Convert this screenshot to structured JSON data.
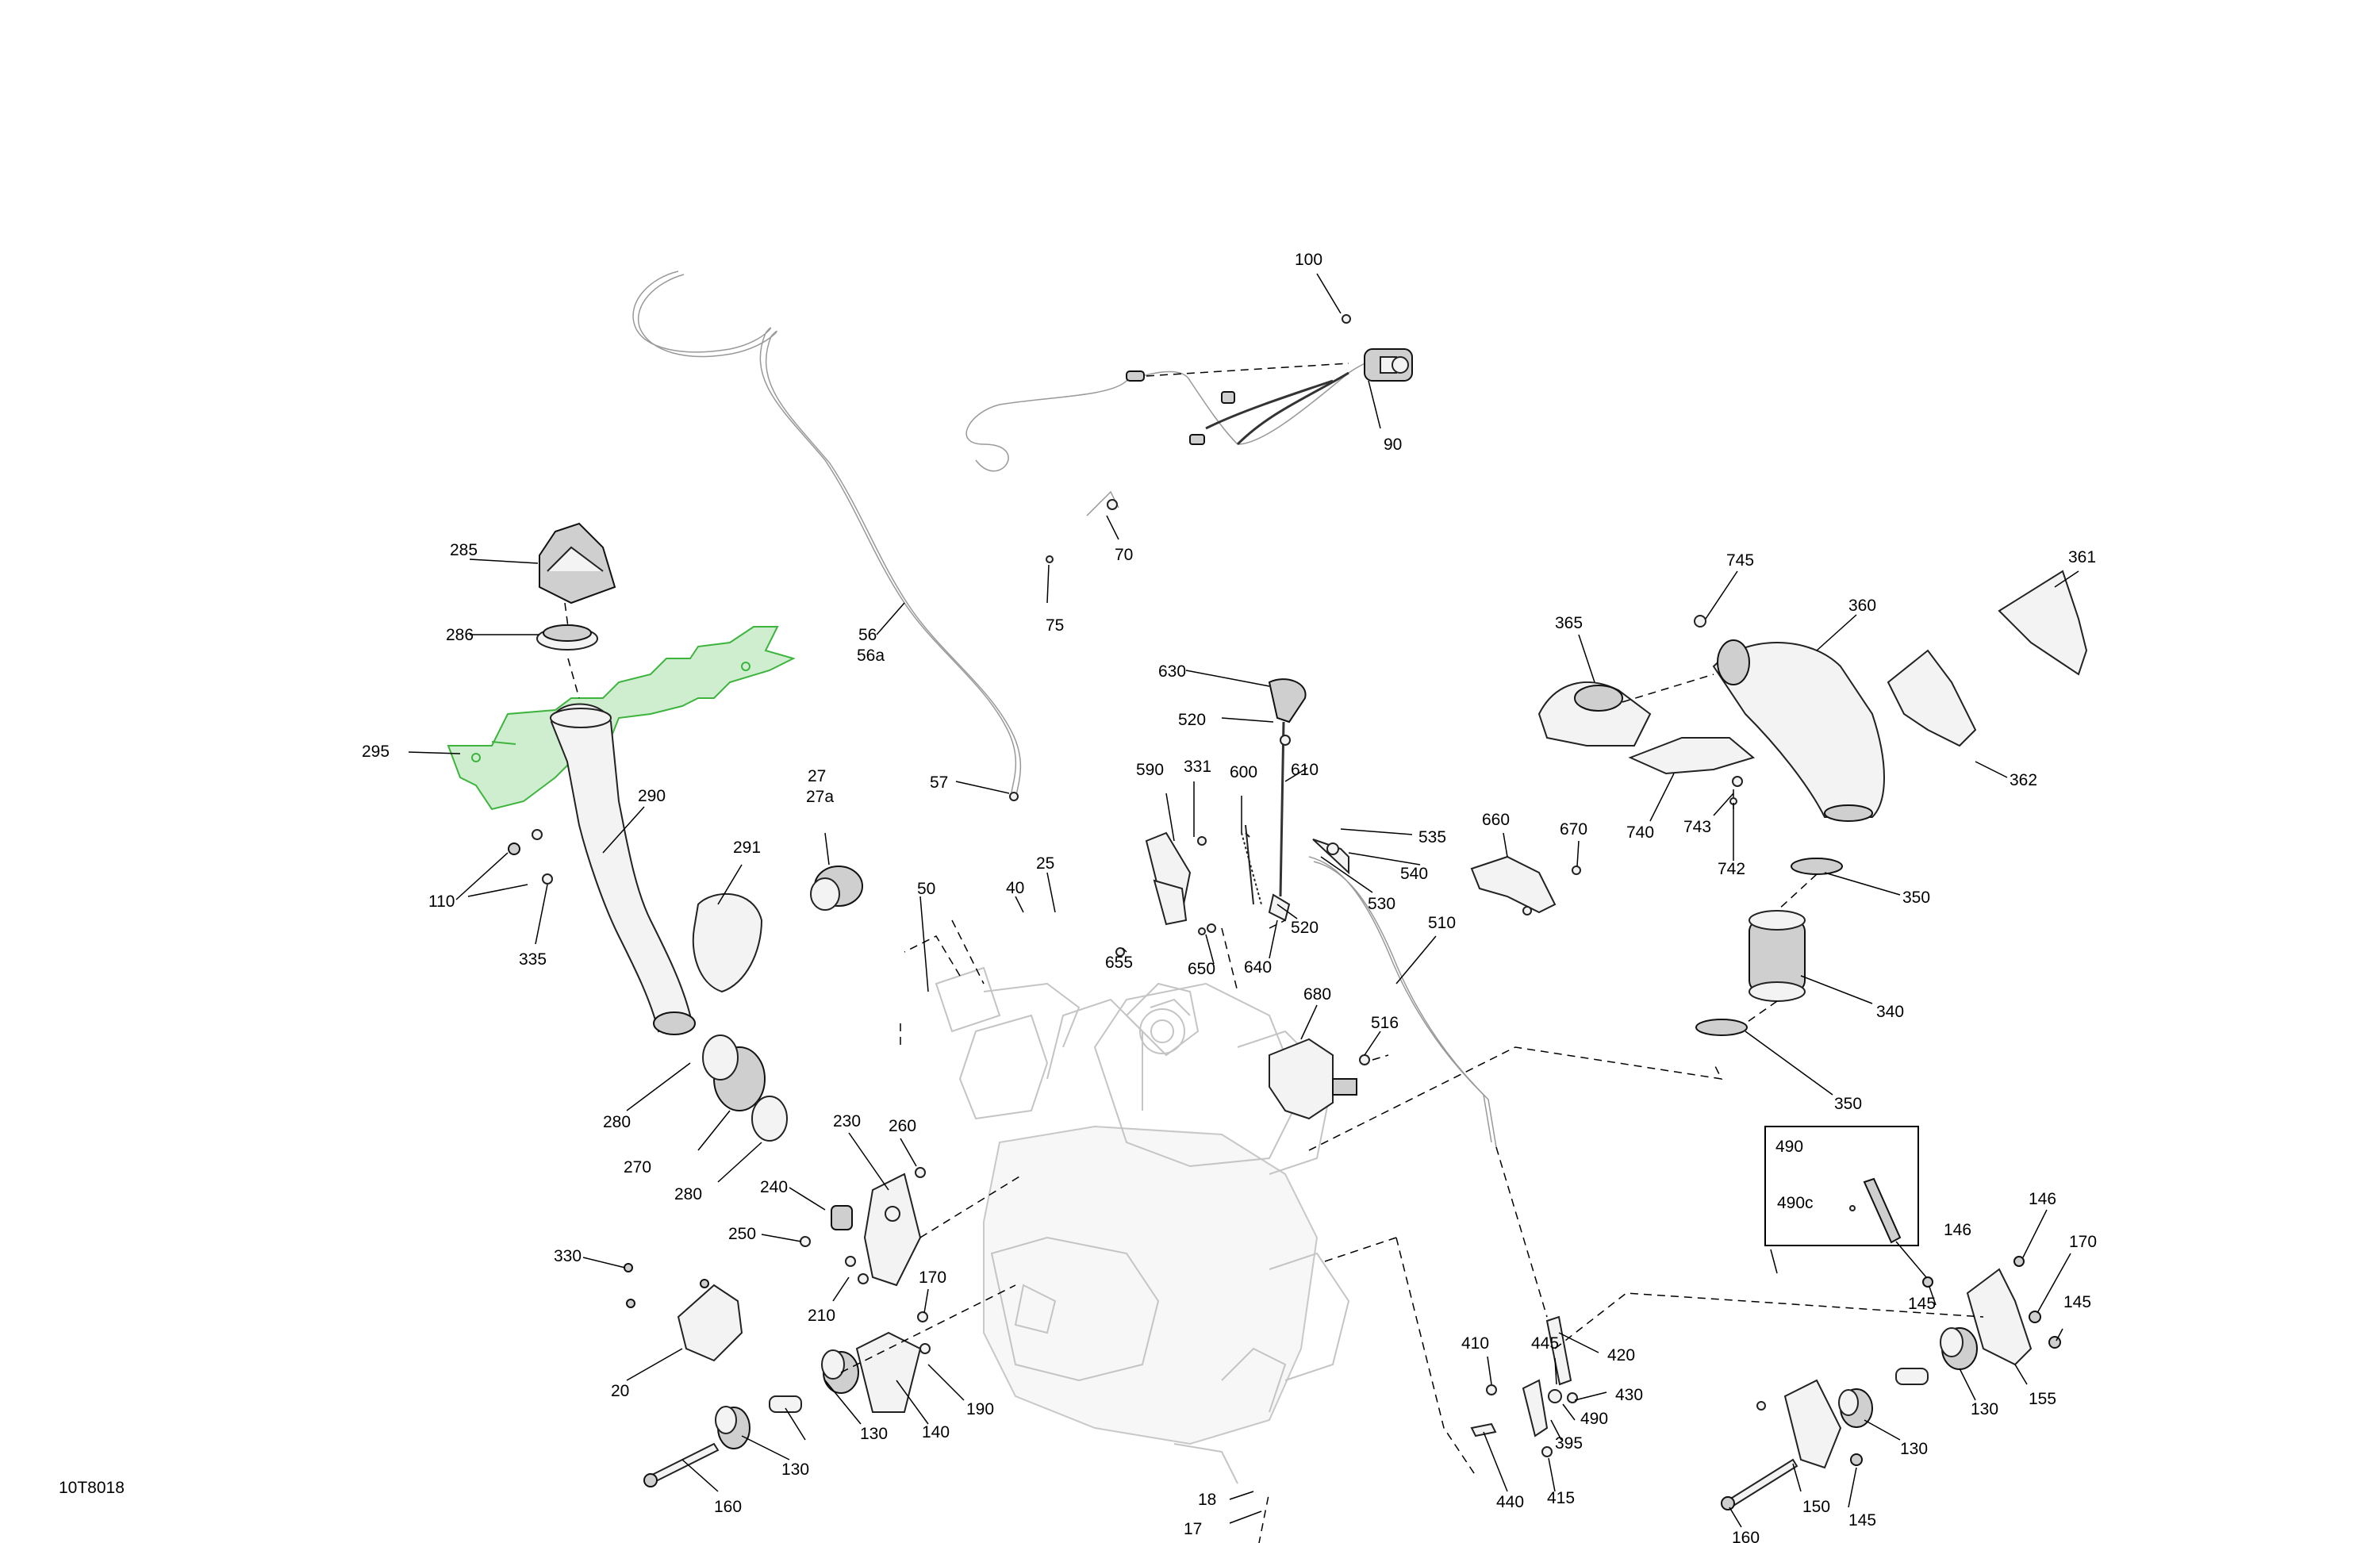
{
  "diagram_code": "10T8018",
  "callouts": {
    "c100": "100",
    "c90": "90",
    "c70": "70",
    "c75": "75",
    "c56": "56",
    "c56a": "56a",
    "c57": "57",
    "c285": "285",
    "c286": "286",
    "c295": "295",
    "c290": "290",
    "c291": "291",
    "c110": "110",
    "c335": "335",
    "c27": "27",
    "c27a": "27a",
    "c280a": "280",
    "c270": "270",
    "c280b": "280",
    "c50": "50",
    "c40": "40",
    "c25": "25",
    "c630": "630",
    "c520a": "520",
    "c590": "590",
    "c331": "331",
    "c600": "600",
    "c610": "610",
    "c535": "535",
    "c540": "540",
    "c530": "530",
    "c520b": "520",
    "c655": "655",
    "c650": "650",
    "c640": "640",
    "c660": "660",
    "c670": "670",
    "c510": "510",
    "c365": "365",
    "c745": "745",
    "c360": "360",
    "c361": "361",
    "c362": "362",
    "c740": "740",
    "c743": "743",
    "c742": "742",
    "c350a": "350",
    "c340": "340",
    "c350b": "350",
    "c680": "680",
    "c516": "516",
    "c230": "230",
    "c260": "260",
    "c240": "240",
    "c250": "250",
    "c210": "210",
    "c330": "330",
    "c20": "20",
    "c170a": "170",
    "c190": "190",
    "c140": "140",
    "c130a": "130",
    "c130b": "130",
    "c160a": "160",
    "c18": "18",
    "c17": "17",
    "c410": "410",
    "c445": "445",
    "c420": "420",
    "c430": "430",
    "c490": "490",
    "c395": "395",
    "c440": "440",
    "c415": "415",
    "box490": "490",
    "box490c": "490c",
    "c146a": "146",
    "c146b": "146",
    "c170b": "170",
    "c145a": "145",
    "c145b": "145",
    "c130c": "130",
    "c130d": "130",
    "c155": "155",
    "c160b": "160",
    "c150": "150",
    "c145c": "145"
  },
  "colors": {
    "highlight_part": "#3db43d",
    "line": "#000000",
    "ghost_engine": "#c4c4c4"
  }
}
